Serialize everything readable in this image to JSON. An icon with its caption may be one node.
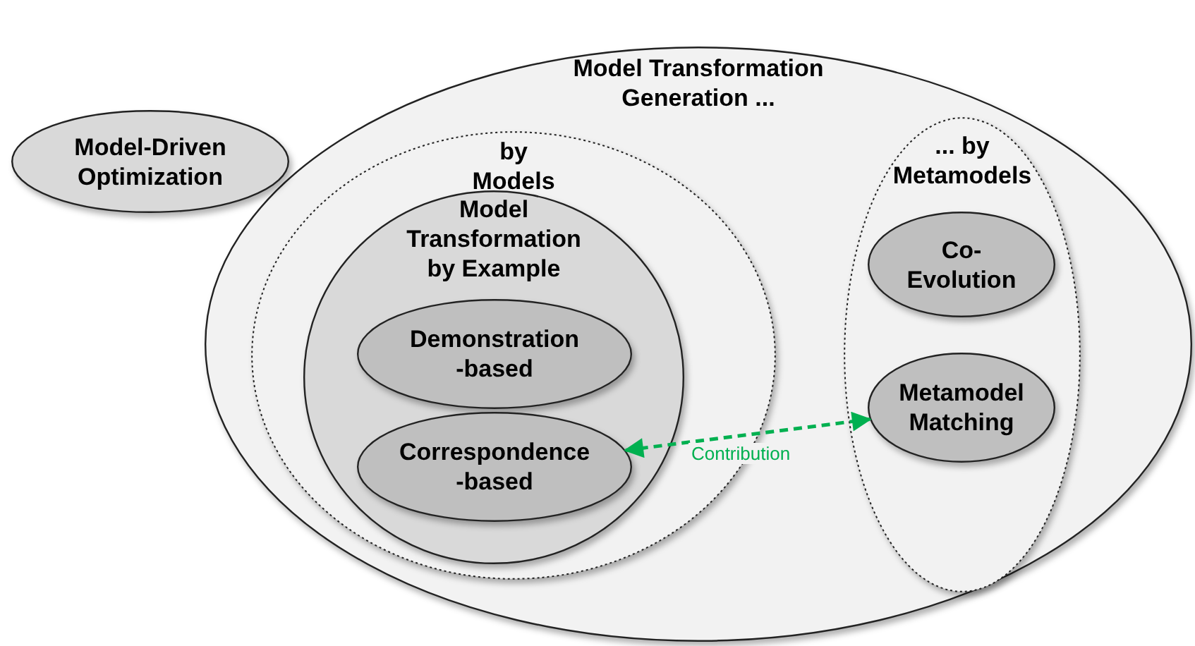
{
  "diagram": {
    "nodes": [
      {
        "text": [
          "Model Transformation Generation ..."
        ]
      },
      {
        "text": [
          "Model-Driven Optimization"
        ]
      },
      {
        "text": [
          "by Models"
        ],
        "in": 0
      },
      {
        "text": [
          "Model Transformation by Example"
        ],
        "in": 2
      },
      {
        "text": [
          "Demonstration -based"
        ],
        "in": 3
      },
      {
        "text": [
          "Correspondence -based"
        ],
        "in": 3
      },
      {
        "text": [
          "... by Metamodels"
        ],
        "in": 0
      },
      {
        "text": [
          "Co- Evolution"
        ],
        "in": 6
      },
      {
        "text": [
          "Metamodel Matching"
        ],
        "in": 6
      }
    ],
    "edges": [
      {
        "from": 5,
        "to": 8,
        "arrow": "both",
        "label": "Contribution",
        "style": "dashed",
        "color": "#00b050"
      }
    ]
  }
}
